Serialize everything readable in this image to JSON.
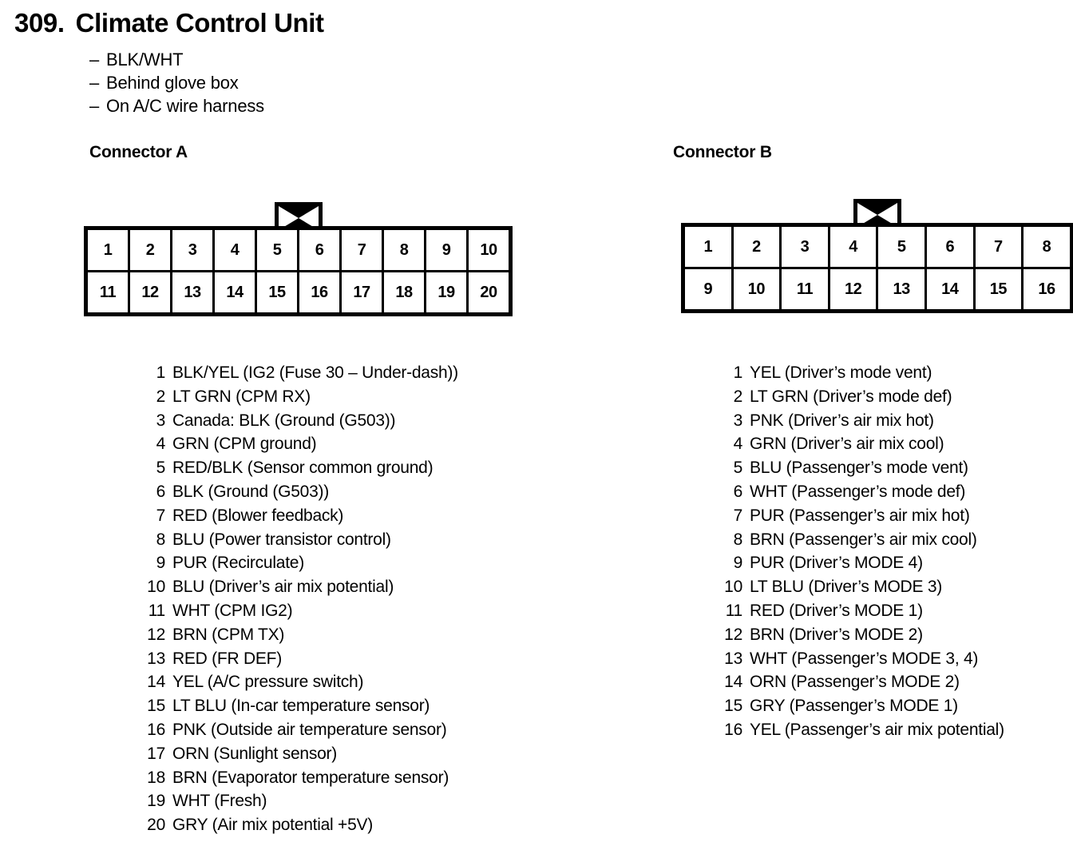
{
  "title": {
    "number": "309.",
    "name": "Climate Control Unit"
  },
  "subtitle_items": [
    "BLK/WHT",
    "Behind glove box",
    "On A/C wire harness"
  ],
  "dash": "–",
  "connectors": [
    {
      "heading": "Connector A",
      "columns": 10,
      "rows": [
        [
          "1",
          "2",
          "3",
          "4",
          "5",
          "6",
          "7",
          "8",
          "9",
          "10"
        ],
        [
          "11",
          "12",
          "13",
          "14",
          "15",
          "16",
          "17",
          "18",
          "19",
          "20"
        ]
      ],
      "latch_over_column": 5,
      "pins": [
        {
          "num": "1",
          "desc": "BLK/YEL (IG2 (Fuse 30 – Under-dash))"
        },
        {
          "num": "2",
          "desc": "LT GRN (CPM RX)"
        },
        {
          "num": "3",
          "desc": "Canada: BLK (Ground (G503))"
        },
        {
          "num": "4",
          "desc": "GRN (CPM ground)"
        },
        {
          "num": "5",
          "desc": "RED/BLK (Sensor common ground)"
        },
        {
          "num": "6",
          "desc": "BLK (Ground (G503))"
        },
        {
          "num": "7",
          "desc": "RED (Blower feedback)"
        },
        {
          "num": "8",
          "desc": "BLU (Power transistor control)"
        },
        {
          "num": "9",
          "desc": "PUR (Recirculate)"
        },
        {
          "num": "10",
          "desc": "BLU (Driver’s air mix potential)"
        },
        {
          "num": "11",
          "desc": "WHT (CPM IG2)"
        },
        {
          "num": "12",
          "desc": "BRN (CPM TX)"
        },
        {
          "num": "13",
          "desc": "RED (FR DEF)"
        },
        {
          "num": "14",
          "desc": "YEL (A/C pressure switch)"
        },
        {
          "num": "15",
          "desc": "LT BLU (In-car temperature sensor)"
        },
        {
          "num": "16",
          "desc": "PNK (Outside air temperature sensor)"
        },
        {
          "num": "17",
          "desc": "ORN (Sunlight sensor)"
        },
        {
          "num": "18",
          "desc": "BRN (Evaporator temperature sensor)"
        },
        {
          "num": "19",
          "desc": "WHT (Fresh)"
        },
        {
          "num": "20",
          "desc": "GRY (Air mix potential +5V)"
        }
      ]
    },
    {
      "heading": "Connector B",
      "columns": 8,
      "rows": [
        [
          "1",
          "2",
          "3",
          "4",
          "5",
          "6",
          "7",
          "8"
        ],
        [
          "9",
          "10",
          "11",
          "12",
          "13",
          "14",
          "15",
          "16"
        ]
      ],
      "latch_over_column": 4,
      "pins": [
        {
          "num": "1",
          "desc": "YEL (Driver’s mode vent)"
        },
        {
          "num": "2",
          "desc": "LT GRN (Driver’s mode def)"
        },
        {
          "num": "3",
          "desc": "PNK (Driver’s air mix hot)"
        },
        {
          "num": "4",
          "desc": "GRN (Driver’s air mix cool)"
        },
        {
          "num": "5",
          "desc": "BLU (Passenger’s mode vent)"
        },
        {
          "num": "6",
          "desc": "WHT (Passenger’s mode def)"
        },
        {
          "num": "7",
          "desc": "PUR (Passenger’s air mix hot)"
        },
        {
          "num": "8",
          "desc": "BRN (Passenger’s air mix cool)"
        },
        {
          "num": "9",
          "desc": "PUR (Driver’s MODE 4)"
        },
        {
          "num": "10",
          "desc": "LT BLU (Driver’s MODE 3)"
        },
        {
          "num": "11",
          "desc": "RED (Driver’s MODE 1)"
        },
        {
          "num": "12",
          "desc": "BRN (Driver’s MODE 2)"
        },
        {
          "num": "13",
          "desc": "WHT (Passenger’s MODE 3, 4)"
        },
        {
          "num": "14",
          "desc": "ORN (Passenger’s MODE 2)"
        },
        {
          "num": "15",
          "desc": "GRY (Passenger’s MODE 1)"
        },
        {
          "num": "16",
          "desc": "YEL (Passenger’s air mix potential)"
        }
      ]
    }
  ],
  "colors": {
    "ink": "#000000",
    "paper": "#ffffff"
  }
}
